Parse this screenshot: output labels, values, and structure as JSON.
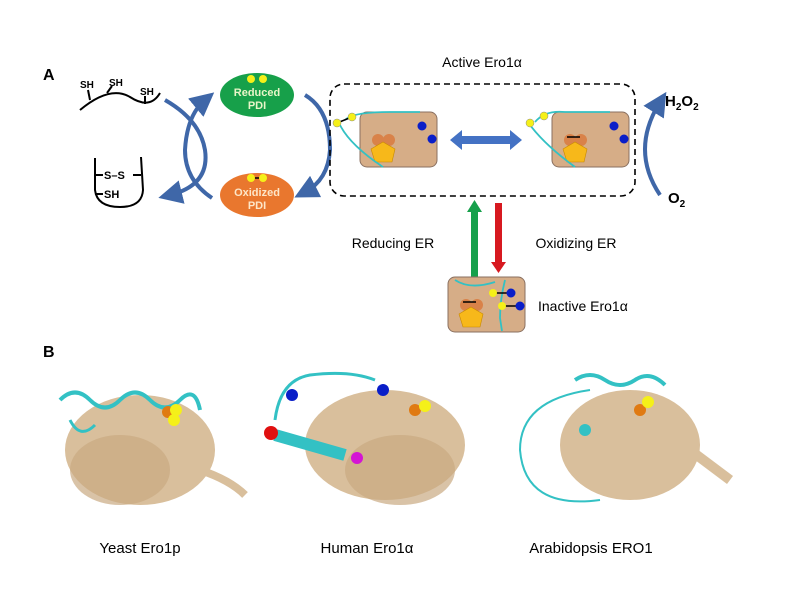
{
  "panel_a": {
    "label": "A",
    "substrate_sh": [
      "SH",
      "SH",
      "SH"
    ],
    "product_ss": "S–S",
    "product_sh": "SH",
    "reduced_pdi": [
      "Reduced",
      "PDI"
    ],
    "oxidized_pdi": [
      "Oxidized",
      "PDI"
    ],
    "active_title": "Active Ero1α",
    "h2o2": {
      "base": "H",
      "sub1": "2",
      "mid": "O",
      "sub2": "2"
    },
    "o2": {
      "base": "O",
      "sub": "2"
    },
    "reducing_er": "Reducing ER",
    "oxidizing_er": "Oxidizing ER",
    "inactive_label": "Inactive Ero1α"
  },
  "panel_b": {
    "label": "B",
    "structures": [
      "Yeast Ero1p",
      "Human Ero1α",
      "Arabidopsis ERO1"
    ]
  },
  "colors": {
    "arrow_blue": "#3f67a8",
    "reduced_green": "#17a04a",
    "oxidized_orange": "#e9772e",
    "box_tan": "#d6ad87",
    "fad_yellow": "#f7b81a",
    "cys_yellow": "#f5f019",
    "cyan": "#33c1c4",
    "protein_tan": "#d9bf9c",
    "green_arrow": "#16a04b",
    "red_arrow": "#d71920"
  }
}
